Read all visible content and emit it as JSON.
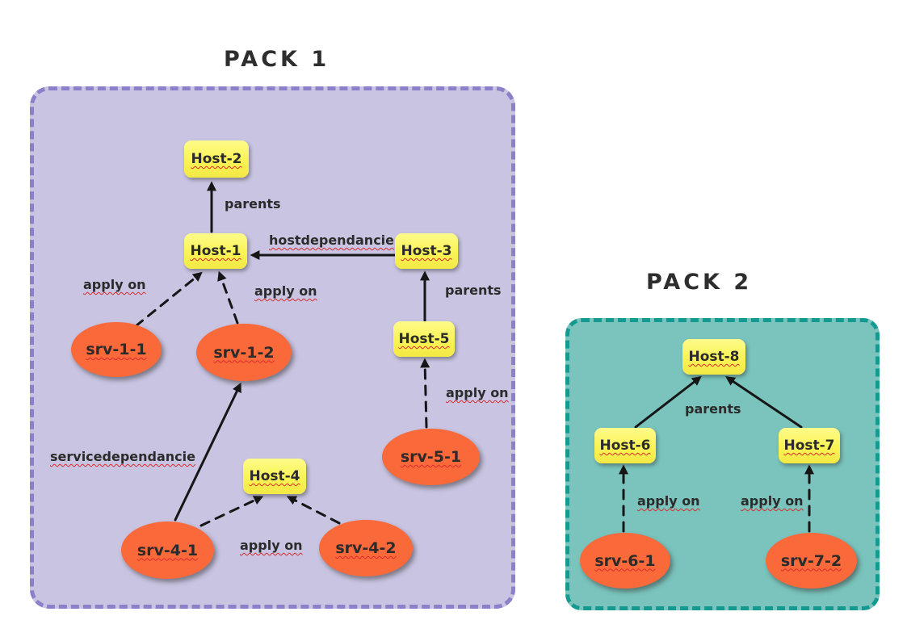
{
  "pack1": {
    "title": "PACK 1",
    "hosts": {
      "host1": "Host-1",
      "host2": "Host-2",
      "host3": "Host-3",
      "host4": "Host-4",
      "host5": "Host-5"
    },
    "services": {
      "srv11": "srv-1-1",
      "srv12": "srv-1-2",
      "srv41": "srv-4-1",
      "srv42": "srv-4-2",
      "srv51": "srv-5-1"
    },
    "edge_labels": {
      "parents_host1_host2": "parents",
      "hostdependancie": "hostdependancie",
      "parents_host5_host3": "parents",
      "apply_on_srv11": "apply on",
      "apply_on_srv12": "apply on",
      "apply_on_srv51": "apply on",
      "servicedependancie": "servicedependancie",
      "apply_on_srv4x": "apply on"
    }
  },
  "pack2": {
    "title": "PACK 2",
    "hosts": {
      "host6": "Host-6",
      "host7": "Host-7",
      "host8": "Host-8"
    },
    "services": {
      "srv61": "srv-6-1",
      "srv72": "srv-7-2"
    },
    "edge_labels": {
      "parents_pack2": "parents",
      "apply_on_srv61": "apply on",
      "apply_on_srv72": "apply on"
    }
  },
  "colors": {
    "pack1_background": "#c8c4e2",
    "pack1_border": "#8b80c9",
    "pack2_background": "#7ac4bd",
    "pack2_border": "#149a90",
    "host_node": "#faf355",
    "service_node": "#f9693a",
    "arrow": "#161616",
    "squiggle_underline": "#d92c2c"
  }
}
